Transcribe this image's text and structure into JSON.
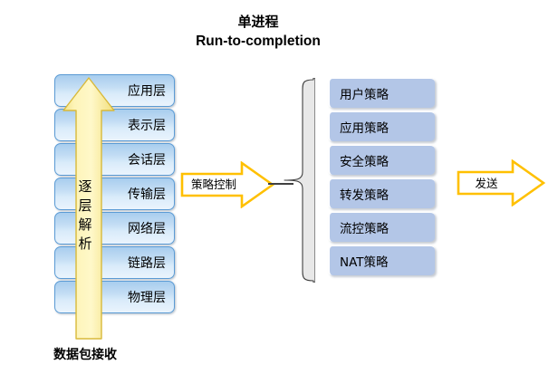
{
  "title": {
    "line1": "单进程",
    "line2": "Run-to-completion"
  },
  "osi_stack": {
    "name": "osi-layer-stack",
    "layers": [
      {
        "label": "应用层"
      },
      {
        "label": "表示层"
      },
      {
        "label": "会话层"
      },
      {
        "label": "传输层"
      },
      {
        "label": "网络层"
      },
      {
        "label": "链路层"
      },
      {
        "label": "物理层"
      }
    ]
  },
  "up_arrow": {
    "label_chars": [
      "逐",
      "层",
      "解",
      "析"
    ],
    "label": "逐层解析",
    "direction": "up",
    "fill": "#ffef9e",
    "border": "#e8b700"
  },
  "bottom_caption": "数据包接收",
  "control_arrow": {
    "label": "策略控制",
    "direction": "right",
    "fill": "#ffffff",
    "border": "#ffc000"
  },
  "policy_stack": {
    "name": "policy-list",
    "fill": "#b3c6e7",
    "items": [
      {
        "label": "用户策略"
      },
      {
        "label": "应用策略"
      },
      {
        "label": "安全策略"
      },
      {
        "label": "转发策略"
      },
      {
        "label": "流控策略"
      },
      {
        "label": "NAT策略"
      }
    ]
  },
  "send_arrow": {
    "label": "发送",
    "direction": "right",
    "fill": "#ffffff",
    "border": "#ffc000"
  },
  "colors": {
    "layer_border": "#5b9bd5",
    "layer_fill_top": "#a8cdee",
    "layer_fill_bottom": "#eaf4fd",
    "brace_fill": "#e8e8e8",
    "brace_border": "#3f3f3f",
    "text": "#000000"
  }
}
